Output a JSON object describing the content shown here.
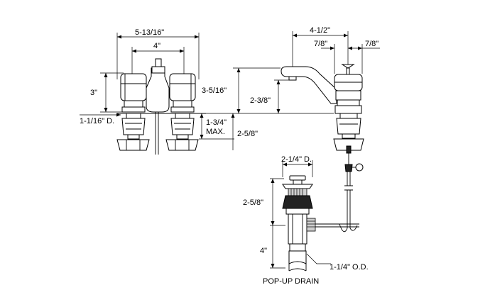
{
  "front_view": {
    "dim_overall_width": "5-13/16\"",
    "dim_center_spacing": "4\"",
    "dim_handle_height": "3\"",
    "dim_shank_height": "1-1/16\" D.",
    "dim_spout_height": "3-5/16\"",
    "dim_deck_thickness": "1-3/4\"",
    "dim_deck_thickness_note": "MAX."
  },
  "side_view": {
    "dim_spout_reach": "4-1/2\"",
    "dim_left_offset": "7/8\"",
    "dim_right_offset": "7/8\"",
    "dim_spout_clearance": "2-3/8\"",
    "dim_pullrod_drop": "2-5/8\""
  },
  "drain_view": {
    "dim_flange_diameter": "2-1/4\" D.",
    "dim_body_height": "2-5/8\"",
    "dim_tailpiece_length": "4\"",
    "dim_tailpiece_od": "1-1/4\" O.D.",
    "caption": "POP-UP DRAIN"
  }
}
